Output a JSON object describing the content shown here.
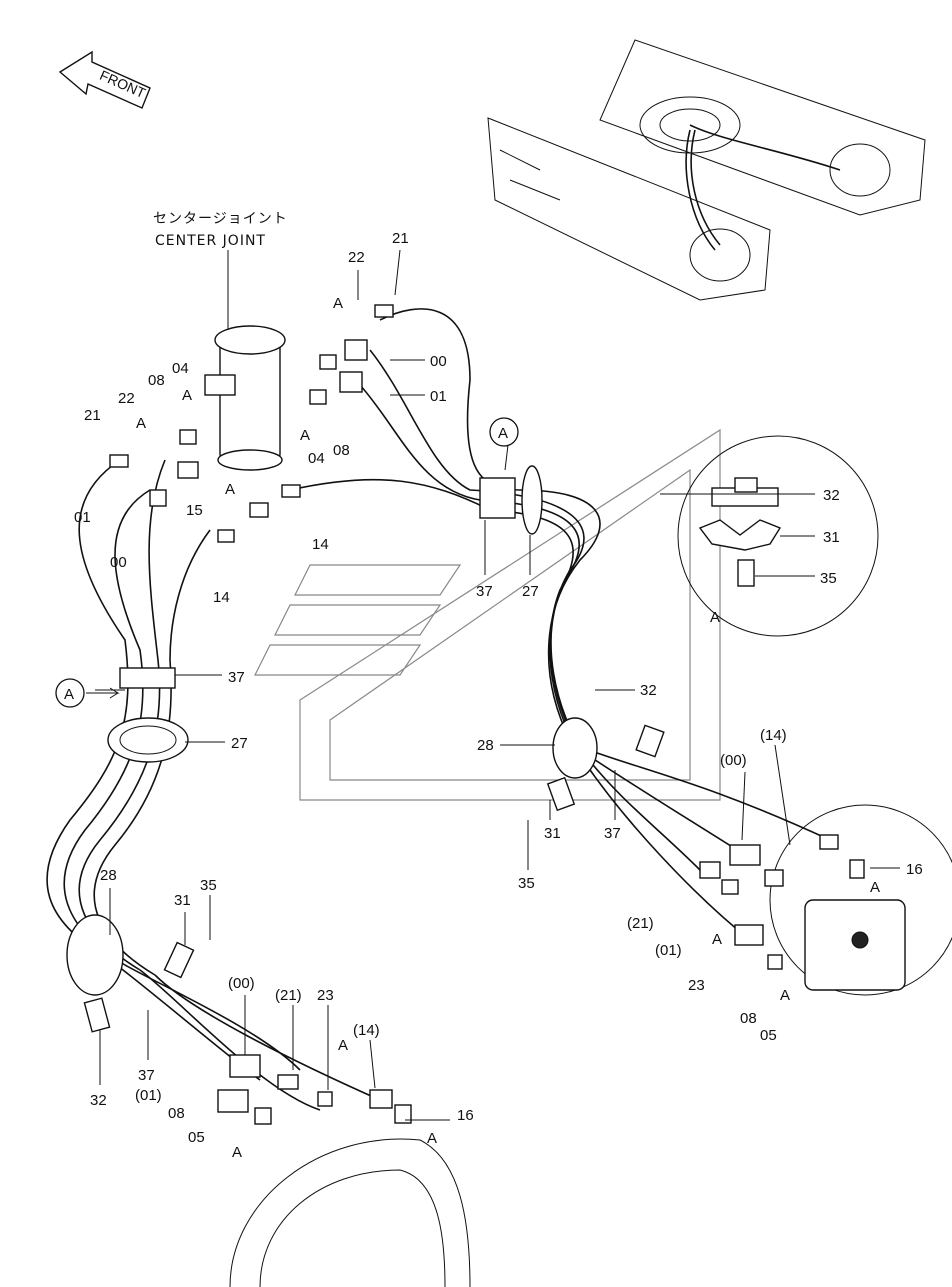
{
  "front_arrow": {
    "label": "FRONT"
  },
  "center_joint": {
    "title_jp": "センタージョイント",
    "title_en": "CENTER JOINT"
  },
  "detail_callout": "A",
  "callouts": [
    {
      "id": "c21a",
      "text": "21"
    },
    {
      "id": "c22a",
      "text": "22"
    },
    {
      "id": "cA1",
      "text": "A"
    },
    {
      "id": "c00a",
      "text": "00"
    },
    {
      "id": "c01a",
      "text": "01"
    },
    {
      "id": "c08a",
      "text": "08"
    },
    {
      "id": "c04a",
      "text": "04"
    },
    {
      "id": "cA2",
      "text": "A"
    },
    {
      "id": "c04b",
      "text": "04"
    },
    {
      "id": "c08b",
      "text": "08"
    },
    {
      "id": "cA3",
      "text": "A"
    },
    {
      "id": "c22b",
      "text": "22"
    },
    {
      "id": "cA4",
      "text": "A"
    },
    {
      "id": "c21b",
      "text": "21"
    },
    {
      "id": "c01b",
      "text": "01"
    },
    {
      "id": "c15",
      "text": "15"
    },
    {
      "id": "cA5",
      "text": "A"
    },
    {
      "id": "c00b",
      "text": "00"
    },
    {
      "id": "c14a",
      "text": "14"
    },
    {
      "id": "c14b",
      "text": "14"
    },
    {
      "id": "c37a",
      "text": "37"
    },
    {
      "id": "c27a",
      "text": "27"
    },
    {
      "id": "c37b",
      "text": "37"
    },
    {
      "id": "c27b",
      "text": "27"
    },
    {
      "id": "c32a",
      "text": "32"
    },
    {
      "id": "c31a",
      "text": "31"
    },
    {
      "id": "c35a",
      "text": "35"
    },
    {
      "id": "cAdet",
      "text": "A"
    },
    {
      "id": "c32b",
      "text": "32"
    },
    {
      "id": "c28a",
      "text": "28"
    },
    {
      "id": "c37c",
      "text": "37"
    },
    {
      "id": "c31b",
      "text": "31"
    },
    {
      "id": "c35b",
      "text": "35"
    },
    {
      "id": "c14p",
      "text": "(14)"
    },
    {
      "id": "c00p",
      "text": "(00)"
    },
    {
      "id": "c16a",
      "text": "16"
    },
    {
      "id": "cA6",
      "text": "A"
    },
    {
      "id": "c21p",
      "text": "(21)"
    },
    {
      "id": "c01p",
      "text": "(01)"
    },
    {
      "id": "cA7",
      "text": "A"
    },
    {
      "id": "c23a",
      "text": "23"
    },
    {
      "id": "c08c",
      "text": "08"
    },
    {
      "id": "cA8",
      "text": "A"
    },
    {
      "id": "c05a",
      "text": "05"
    },
    {
      "id": "c28b",
      "text": "28"
    },
    {
      "id": "c31c",
      "text": "31"
    },
    {
      "id": "c35c",
      "text": "35"
    },
    {
      "id": "c32c",
      "text": "32"
    },
    {
      "id": "c37d",
      "text": "37"
    },
    {
      "id": "c00q",
      "text": "(00)"
    },
    {
      "id": "c21q",
      "text": "(21)"
    },
    {
      "id": "c23b",
      "text": "23"
    },
    {
      "id": "cA9",
      "text": "A"
    },
    {
      "id": "c14q",
      "text": "(14)"
    },
    {
      "id": "c01q",
      "text": "(01)"
    },
    {
      "id": "c08d",
      "text": "08"
    },
    {
      "id": "c05b",
      "text": "05"
    },
    {
      "id": "cA10",
      "text": "A"
    },
    {
      "id": "c16b",
      "text": "16"
    },
    {
      "id": "cA11",
      "text": "A"
    }
  ]
}
